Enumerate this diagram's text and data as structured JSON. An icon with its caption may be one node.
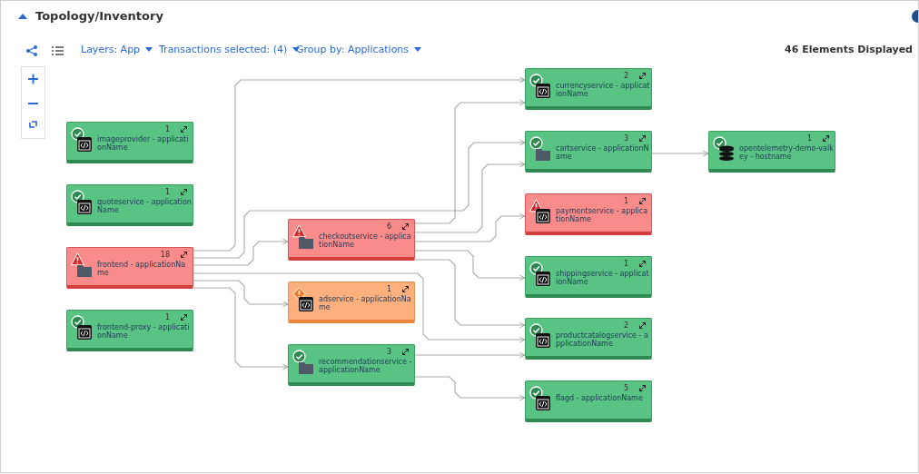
{
  "diagram": {
    "title": "Topology/Inventory",
    "nodes": [
      {
        "text": [
          "1",
          "imageprovider - applicationName"
        ]
      },
      {
        "text": [
          "1",
          "quoteservice - applicationName"
        ]
      },
      {
        "text": [
          "18",
          "frontend - applicationName"
        ]
      },
      {
        "text": [
          "1",
          "frontend-proxy - applicationName"
        ]
      },
      {
        "text": [
          "6",
          "checkoutservice - applicationName"
        ]
      },
      {
        "text": [
          "1",
          "adservice - applicationName"
        ]
      },
      {
        "text": [
          "3",
          "recommendationservice - applicationName"
        ]
      },
      {
        "text": [
          "2",
          "currencyservice - applicationName"
        ]
      },
      {
        "text": [
          "3",
          "cartservice - applicationName"
        ]
      },
      {
        "text": [
          "1",
          "paymentservice - applicationName"
        ]
      },
      {
        "text": [
          "1",
          "shippingservice - applicationName"
        ]
      },
      {
        "text": [
          "2",
          "productcatalogservice - applicationName"
        ]
      },
      {
        "text": [
          "5",
          "flagd - applicationName"
        ]
      },
      {
        "text": [
          "1",
          "opentelemetry-demo-valkey - hostname"
        ]
      }
    ],
    "edges": [
      {
        "from": 2,
        "to": 7,
        "arrow": "to"
      },
      {
        "from": 2,
        "to": 8,
        "arrow": "to"
      },
      {
        "from": 2,
        "to": 4,
        "arrow": "to"
      },
      {
        "from": 2,
        "to": 11,
        "arrow": "to"
      },
      {
        "from": 2,
        "to": 5,
        "arrow": "to"
      },
      {
        "from": 2,
        "to": 6,
        "arrow": "to"
      },
      {
        "from": 4,
        "to": 7,
        "arrow": "to"
      },
      {
        "from": 4,
        "to": 8,
        "arrow": "to"
      },
      {
        "from": 4,
        "to": 9,
        "arrow": "to"
      },
      {
        "from": 4,
        "to": 10,
        "arrow": "to"
      },
      {
        "from": 4,
        "to": 11,
        "arrow": "to"
      },
      {
        "from": 6,
        "to": 11,
        "arrow": "to"
      },
      {
        "from": 6,
        "to": 12,
        "arrow": "to"
      },
      {
        "from": 8,
        "to": 13,
        "arrow": "to"
      }
    ],
    "labels": [
      "Layers: App",
      "Transactions selected: (4)",
      "Group by: Applications",
      "46 Elements Displayed"
    ]
  }
}
